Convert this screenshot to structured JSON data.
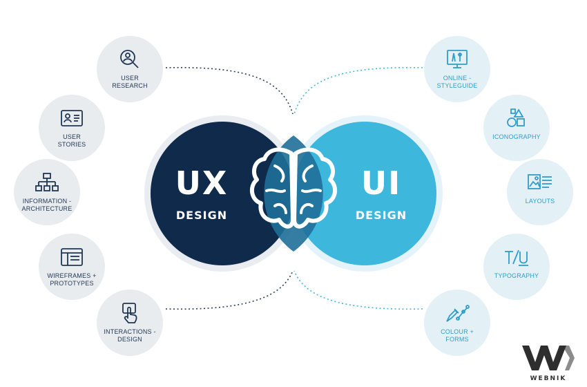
{
  "center": {
    "ux_title": "UX",
    "ux_subtitle": "DESIGN",
    "ui_title": "UI",
    "ui_subtitle": "DESIGN"
  },
  "ux_items": [
    {
      "label": "USER\nRESEARCH",
      "icon": "magnifier-person-icon"
    },
    {
      "label": "USER\nSTORIES",
      "icon": "id-card-icon"
    },
    {
      "label": "INFORMATION -\nARCHITECTURE",
      "icon": "sitemap-icon"
    },
    {
      "label": "WIREFRAMES +\nPROTOTYPES",
      "icon": "wireframe-window-icon"
    },
    {
      "label": "INTERACTIONS -\nDESIGN",
      "icon": "tap-hand-icon"
    }
  ],
  "ui_items": [
    {
      "label": "ONLINE -\nSTYLEGUIDE",
      "icon": "monitor-tools-icon"
    },
    {
      "label": "ICONOGRAPHY",
      "icon": "shapes-icon"
    },
    {
      "label": "LAYOUTS",
      "icon": "image-text-layout-icon"
    },
    {
      "label": "TYPOGRAPHY",
      "icon": "type-tool-icon"
    },
    {
      "label": "COLOUR +\nFORMS",
      "icon": "pen-nodes-icon"
    }
  ],
  "watermark": {
    "text": "WEBNIK"
  },
  "colors": {
    "ux_dark": "#0f2a4a",
    "ui_light": "#3db7dc",
    "ux_node_bg": "#e8ecef",
    "ui_node_bg": "#e3f1f7"
  }
}
